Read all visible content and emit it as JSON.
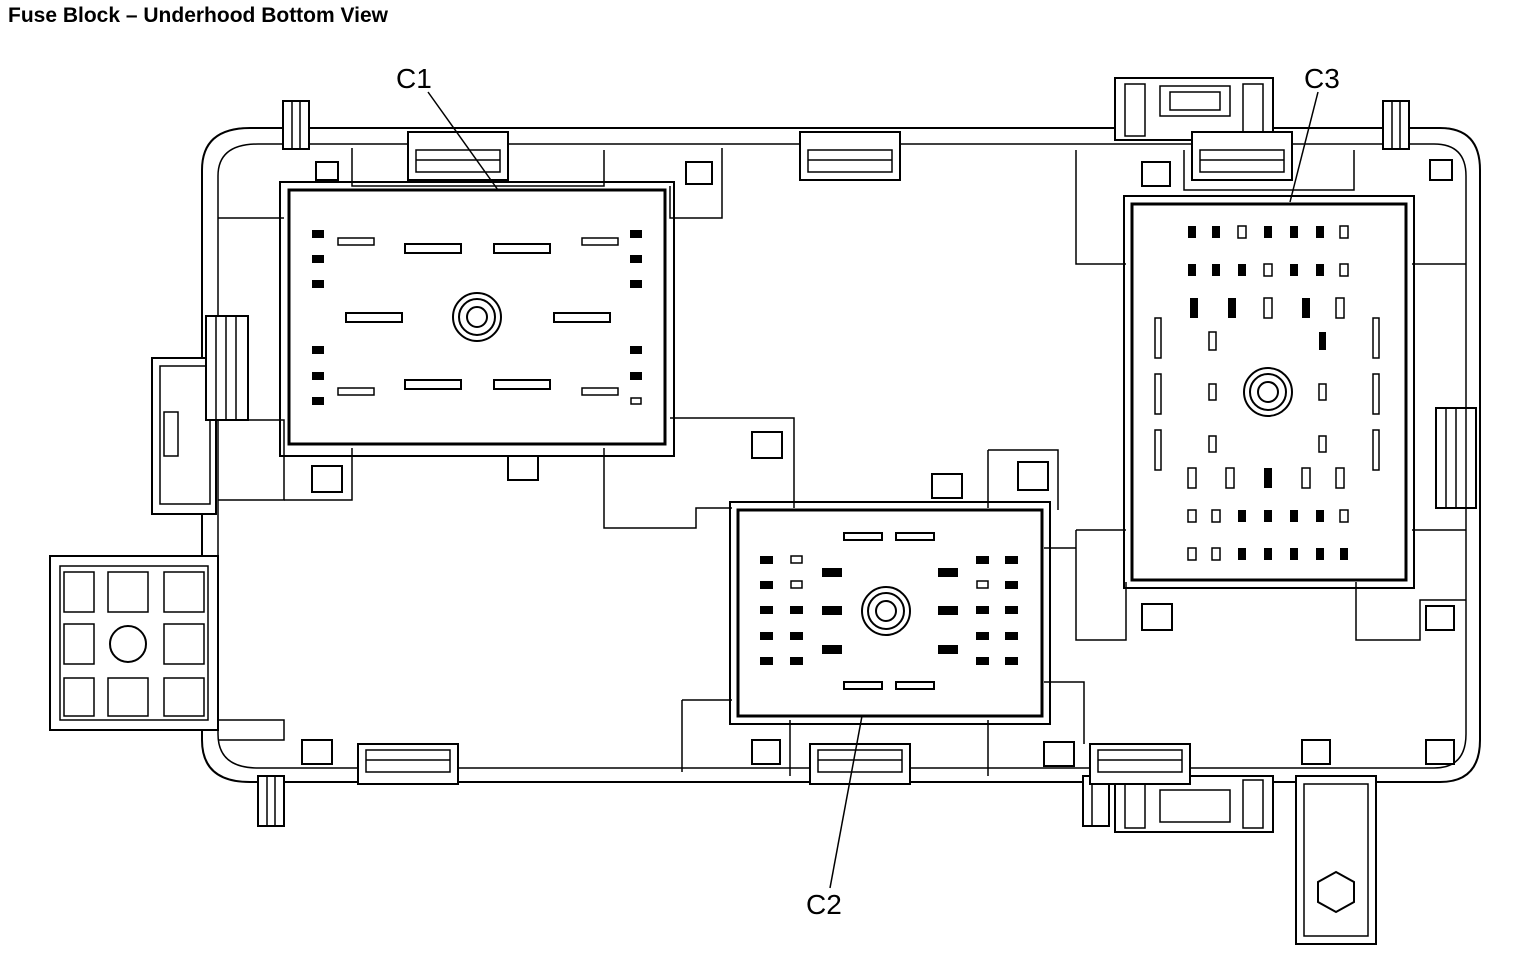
{
  "title": "Fuse Block – Underhood Bottom View",
  "connectors": [
    {
      "id": "c1",
      "label": "C1"
    },
    {
      "id": "c2",
      "label": "C2"
    },
    {
      "id": "c3",
      "label": "C3"
    }
  ]
}
